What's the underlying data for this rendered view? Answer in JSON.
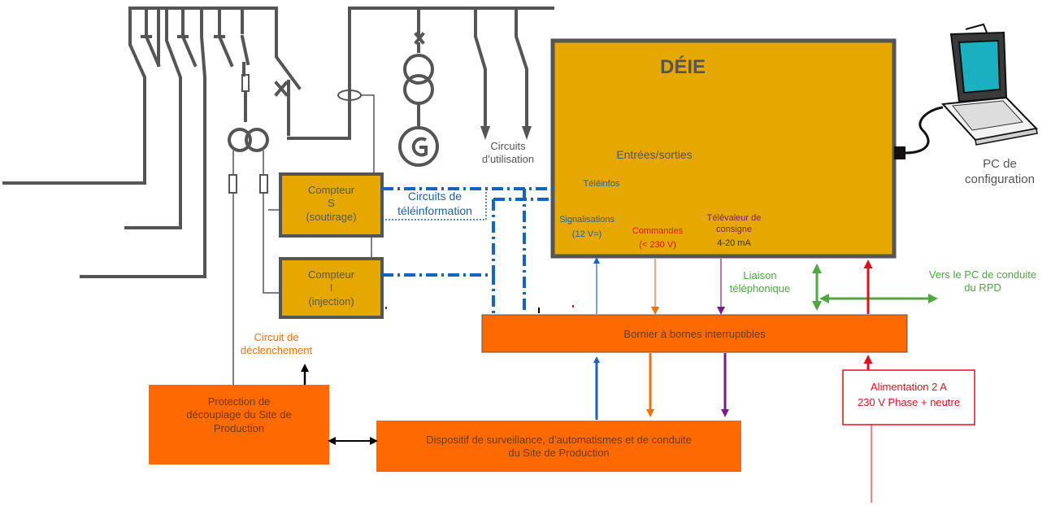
{
  "colors": {
    "gold": "#E6A800",
    "orange": "#FF6A00",
    "blue": "#1565C0",
    "green": "#4EA83F",
    "red": "#E0101A",
    "purple": "#7A1A8C",
    "dark": "#555555",
    "label_blue": "#1F5FA8",
    "label_green": "#4EA83F",
    "label_orange": "#F07010",
    "label_red": "#E0101A",
    "label_purple": "#7A1A8C"
  },
  "deie": {
    "title": "DÉIE",
    "io": "Entrées/sorties",
    "teleinfos": "Téléinfos",
    "signalisations": [
      "Signalisations",
      "(12 V=)"
    ],
    "commandes": [
      "Commandes",
      "(< 230 V)"
    ],
    "televaleur": [
      "Télévaleur de",
      "consigne",
      "4-20 mA"
    ]
  },
  "pc": {
    "label": [
      "PC de",
      "configuration"
    ]
  },
  "circuits_utilisation": [
    "Circuits",
    "d’utilisation"
  ],
  "compteur_s": [
    "Compteur",
    "S",
    "(soutirage)"
  ],
  "compteur_i": [
    "Compteur",
    "I",
    "(injection)"
  ],
  "circuits_teleinfo": [
    "Circuits de",
    "téléinformation"
  ],
  "liaison": [
    "Liaison",
    "téléphonique"
  ],
  "vers_pc": [
    "Vers le PC de conduite",
    "du RPD"
  ],
  "bornier": "Bornier à bornes interruptibles",
  "circuit_decl": [
    "Circuit de",
    "déclenchement"
  ],
  "protection": [
    "Protection de",
    "découplage du Site de",
    "Production"
  ],
  "dispositif": [
    "Dispositif de surveillance, d’automatismes et de conduite",
    "du Site de Production"
  ],
  "alimentation": [
    "Alimentation 2 A",
    "230 V Phase + neutre"
  ]
}
